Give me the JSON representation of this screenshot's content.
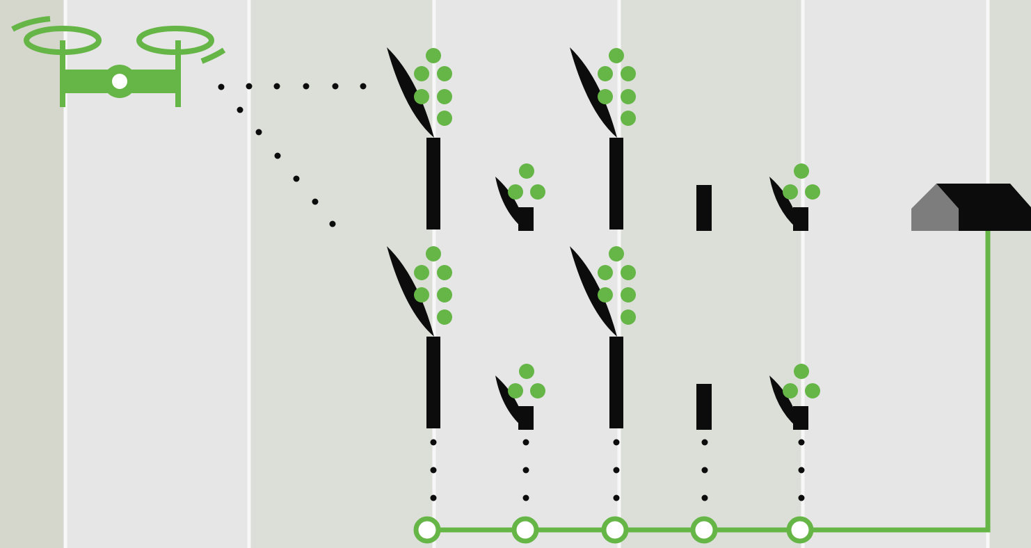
{
  "diagram": {
    "colors": {
      "background": "#d9ddd6",
      "band_light": "#e6e6e6",
      "band_muted": "#dcdfd8",
      "edge_band": "#d5d6cc",
      "rule_line": "#f7f7f7",
      "accent_green": "#66b547",
      "plant_black": "#0c0c0c",
      "house_shade": "#7d7d7d"
    },
    "drone": {
      "icon": "drone-icon"
    },
    "scan_lines": {
      "style": "dotted"
    },
    "plant_rows": [
      {
        "row": "top",
        "plants": [
          "tall",
          "short",
          "tall",
          "stub",
          "short"
        ]
      },
      {
        "row": "bottom",
        "plants": [
          "tall",
          "short",
          "tall",
          "stub",
          "short"
        ]
      }
    ],
    "sensor_nodes": [
      1,
      2,
      3,
      4,
      5
    ],
    "barn": {
      "icon": "barn-icon"
    }
  }
}
